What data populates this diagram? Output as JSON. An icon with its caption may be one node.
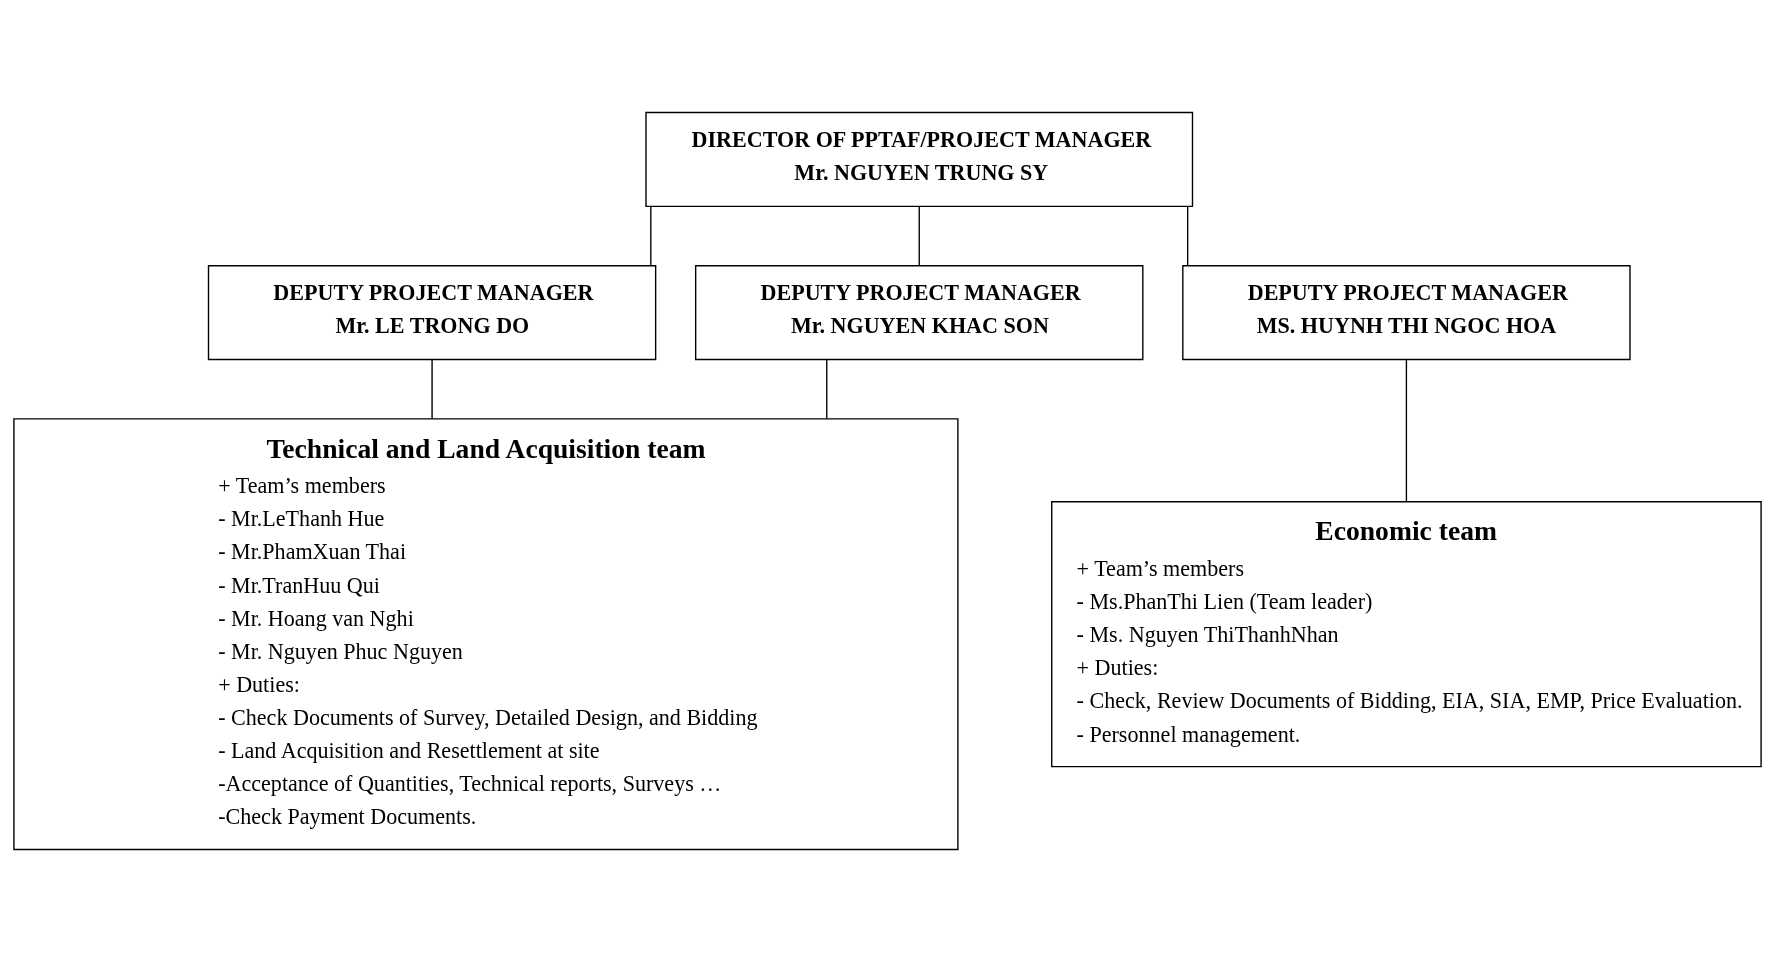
{
  "diagram": {
    "nodes": [
      {
        "text": [
          "DIRECTOR OF PPTAF/PROJECT MANAGER",
          "Mr. NGUYEN TRUNG SY"
        ]
      },
      {
        "text": [
          "DEPUTY PROJECT MANAGER",
          "Mr. LE TRONG DO"
        ]
      },
      {
        "text": [
          "DEPUTY PROJECT MANAGER",
          "Mr. NGUYEN KHAC SON"
        ]
      },
      {
        "text": [
          "DEPUTY PROJECT MANAGER",
          "MS. HUYNH THI NGOC HOA"
        ]
      },
      {
        "text": [
          "Technical and Land Acquisition team",
          "+ Team’s members",
          "- Mr.LeThanh Hue",
          "- Mr.PhamXuan Thai",
          "- Mr.TranHuu Qui",
          "- Mr. Hoang van Nghi",
          "- Mr. Nguyen Phuc Nguyen",
          "+ Duties:",
          "- Check Documents of Survey, Detailed Design, and Bidding",
          "- Land Acquisition and Resettlement at site",
          "-Acceptance of Quantities, Technical reports, Surveys …",
          "-Check Payment Documents."
        ]
      },
      {
        "text": [
          "Economic team",
          "+ Team’s members",
          "- Ms.PhanThi Lien (Team leader)",
          "- Ms. Nguyen ThiThanhNhan",
          "+ Duties:",
          "- Check, Review Documents of Bidding, EIA, SIA, EMP, Price Evaluation.",
          "- Personnel management."
        ]
      }
    ],
    "edges": [
      {
        "from": 0,
        "to": 1,
        "arrow": "none"
      },
      {
        "from": 0,
        "to": 2,
        "arrow": "none"
      },
      {
        "from": 0,
        "to": 3,
        "arrow": "none"
      },
      {
        "from": 1,
        "to": 4,
        "arrow": "none"
      },
      {
        "from": 2,
        "to": 4,
        "arrow": "none"
      },
      {
        "from": 3,
        "to": 5,
        "arrow": "none"
      }
    ]
  }
}
